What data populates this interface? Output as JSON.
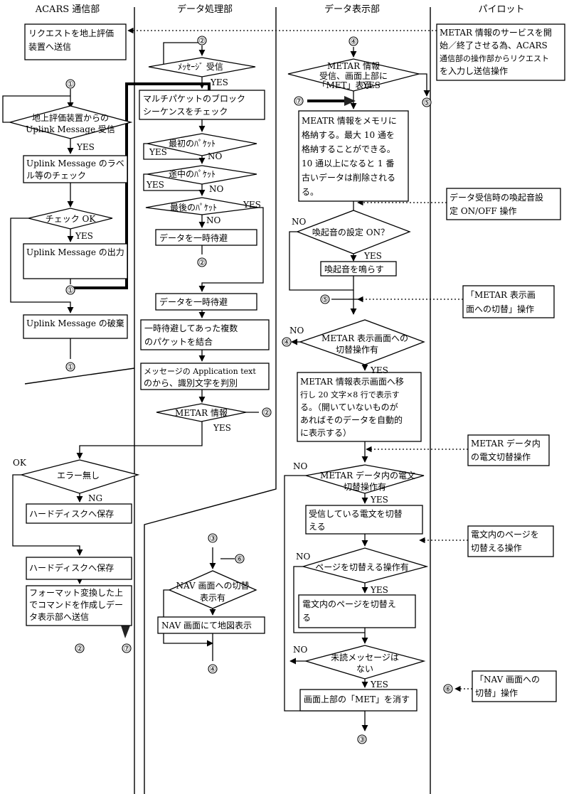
{
  "lanes": {
    "acars": "ACARS 通信部",
    "processing": "データ処理部",
    "display": "データ表示部",
    "pilot": "パイロット"
  },
  "acars": {
    "request_send": [
      "リクエストを地上評価",
      "装置へ送信"
    ],
    "receive_uplink": [
      "地上評価装置からの",
      "Uplink Message 受信"
    ],
    "label_check": [
      "Uplink Message のラベ",
      "ル等のチェック"
    ],
    "check_ok": "チェック OK",
    "output": "Uplink Message の出力",
    "discard": "Uplink Message の破棄",
    "error_none": "エラー無し",
    "save_hdd_1": "ハードディスクへ保存",
    "save_hdd_2": "ハードディスクへ保存",
    "format_send": [
      "フォーマット変換した上",
      "でコマンドを作成しデー",
      "タ表示部へ送信"
    ]
  },
  "processing": {
    "msg_receive": "ﾒｯｾｰｼﾞ 受信",
    "block_check": [
      "マルチパケットのブロック",
      "シーケンスをチェック"
    ],
    "first_packet": "最初のﾊﾟｹｯﾄ",
    "middle_packet": "途中のﾊﾟｹｯﾄ",
    "last_packet": "最後のﾊﾟｹｯﾄ",
    "temp_save_1": "データを一時待避",
    "temp_save_2": "データを一時待避",
    "join_packets": [
      "一時待避してあった複数",
      "のパケットを結合"
    ],
    "identify": [
      "メッセージの Application text",
      "のから、識別文字を判別"
    ],
    "metar_info": "METAR 情報",
    "nav_switch": [
      "NAV 画面への切替",
      "表示有"
    ],
    "nav_map": "NAV 画面にて地図表示"
  },
  "display": {
    "metar_receive": [
      "METAR 情報",
      "受信、画面上部に",
      "「MET」表示"
    ],
    "store_memory": [
      "MEATR 情報をメモリに",
      "格納する。最大 10 通を",
      "格納することができる。",
      "10 通以上になると 1 番",
      "古いデータは削除される",
      "る。"
    ],
    "alarm_on": "喚起音の設定 ON？",
    "sound_alarm": "喚起音を鳴らす",
    "switch_screen": [
      "METAR 表示画面への",
      "切替操作有"
    ],
    "show_metar": [
      "METAR 情報表示画面へ移",
      "行し 20 文字×8 行で表示す",
      "る。（開いていないものが",
      "あればそのデータを自動的",
      "に表示する）"
    ],
    "telegram_switch": [
      "METAR データ内の電文",
      "切替操作有"
    ],
    "switch_telegram": [
      "受信している電文を切替",
      "える"
    ],
    "page_switch_q": "ページを切替える操作有",
    "switch_page": [
      "電文内のページを切替え",
      "る"
    ],
    "unread_q": [
      "未読メッセージは",
      "ない"
    ],
    "clear_met": "画面上部の「MET」を消す"
  },
  "pilot": {
    "start_stop": [
      "METAR 情報のサービスを開",
      "始／終了させる為、ACARS",
      "通信部の操作部からリクエスト",
      "を入力し送信操作"
    ],
    "alarm_onoff": [
      "データ受信時の喚起音設",
      "定 ON/OFF 操作"
    ],
    "switch_metar": [
      "「METAR 表示画",
      "面への切替」操作"
    ],
    "telegram_op": [
      "METAR データ内",
      "の電文切替操作"
    ],
    "page_op": [
      "電文内のページを",
      "切替える操作"
    ],
    "nav_op": [
      "「NAV 画面への",
      "切替」操作"
    ]
  },
  "edge_labels": {
    "yes": "YES",
    "no": "NO",
    "ok": "OK",
    "ng": "NG"
  },
  "connectors": {
    "c1": "①",
    "c2": "②",
    "c3": "③",
    "c4": "④",
    "c5": "⑤",
    "c6": "⑥",
    "c7": "⑦"
  }
}
